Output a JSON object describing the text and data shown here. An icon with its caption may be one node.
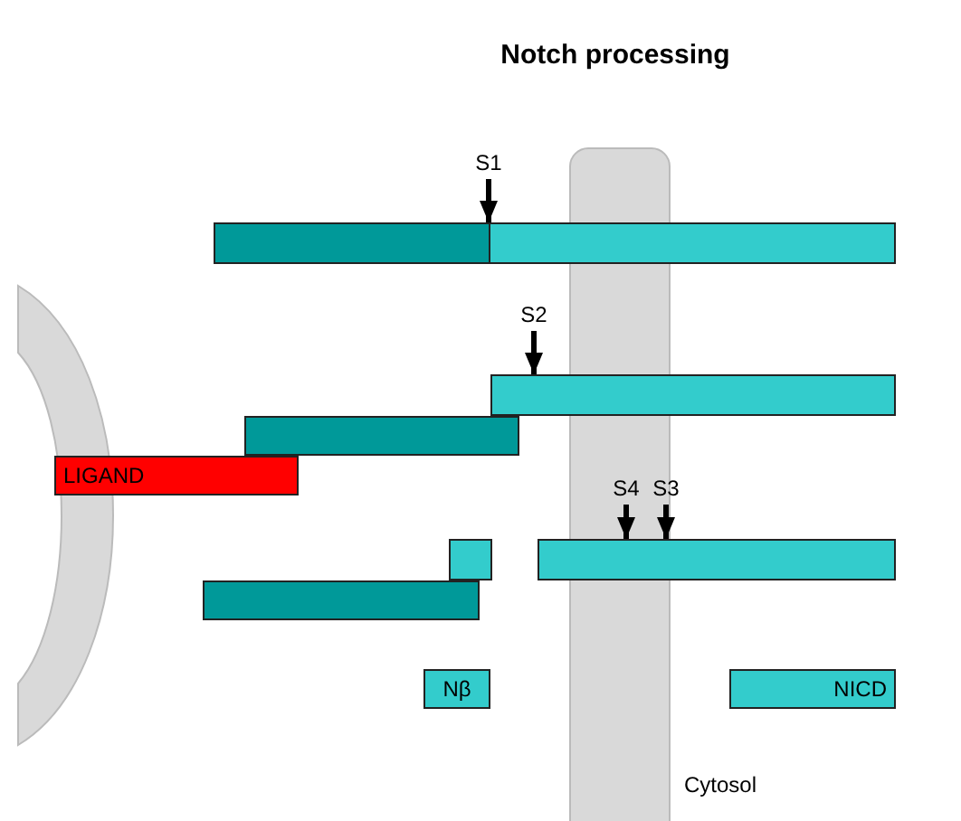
{
  "diagram": {
    "title": "Notch processing",
    "nodes": [
      {
        "text": [
          "S1"
        ]
      },
      {
        "text": [],
        "shape": "bar"
      },
      {
        "text": [],
        "shape": "bar"
      },
      {
        "text": [
          "S2"
        ]
      },
      {
        "text": [],
        "shape": "bar"
      },
      {
        "text": [],
        "shape": "bar"
      },
      {
        "text": [
          "LIGAND"
        ]
      },
      {
        "text": [
          "S4"
        ]
      },
      {
        "text": [
          "S3"
        ]
      },
      {
        "text": [],
        "shape": "bar"
      },
      {
        "text": [],
        "shape": "bar"
      },
      {
        "text": [],
        "shape": "bar"
      },
      {
        "text": [
          "Nβ"
        ]
      },
      {
        "text": [
          "NICD"
        ]
      }
    ],
    "edges": [
      {
        "from": 0,
        "to": 2,
        "arrow": "to"
      },
      {
        "from": 3,
        "to": 4,
        "arrow": "to"
      },
      {
        "from": 7,
        "to": 10,
        "arrow": "to"
      },
      {
        "from": 8,
        "to": 10,
        "arrow": "to"
      }
    ],
    "labels": [
      "Cytosol"
    ]
  }
}
